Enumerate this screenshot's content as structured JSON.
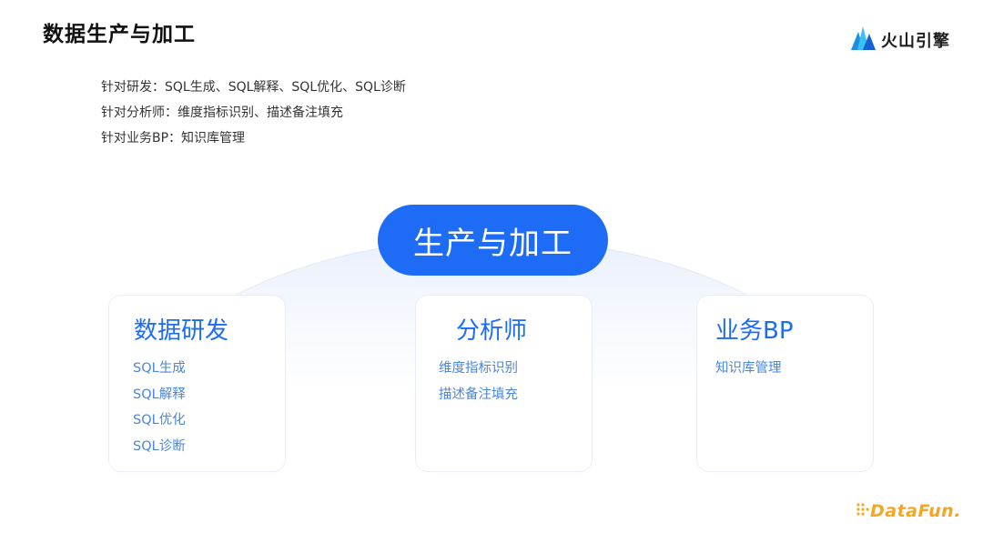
{
  "header": {
    "title": "数据生产与加工",
    "brand_name": "火山引擎"
  },
  "intro_lines": [
    "针对研发：SQL生成、SQL解释、SQL优化、SQL诊断",
    "针对分析师：维度指标识别、描述备注填充",
    "针对业务BP：知识库管理"
  ],
  "center": {
    "label": "生产与加工"
  },
  "cards": [
    {
      "title": "数据研发",
      "items": [
        "SQL生成",
        "SQL解释",
        "SQL优化",
        "SQL诊断"
      ]
    },
    {
      "title": "分析师",
      "items": [
        "维度指标识别",
        "描述备注填充"
      ]
    },
    {
      "title": "业务BP",
      "items": [
        "知识库管理"
      ]
    }
  ],
  "footer": {
    "logo_text": "DataFun."
  },
  "colors": {
    "accent": "#1e6cf5",
    "item_text": "#4b86d8",
    "footer_logo": "#f5a623"
  }
}
